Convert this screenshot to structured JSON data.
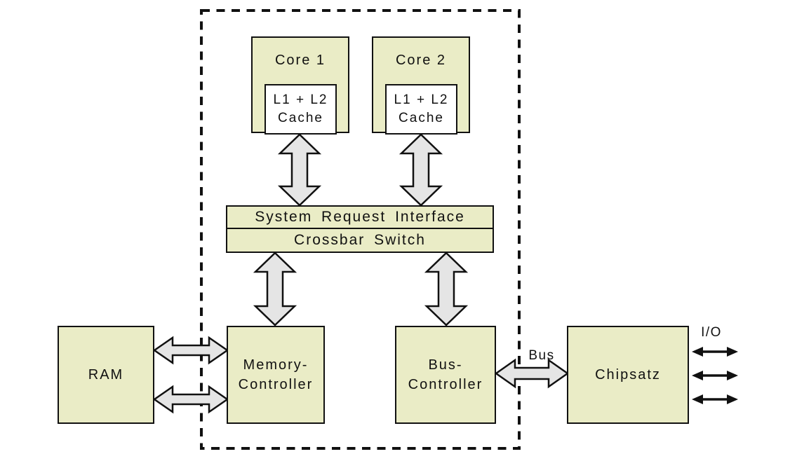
{
  "colors": {
    "box-fill": "#eaecc6",
    "cache-fill": "#ffffff",
    "arrow-fill": "#e5e5e5",
    "line-color": "#111111",
    "background": "#ffffff"
  },
  "nodes": {
    "core1": "Core 1",
    "core2": "Core 2",
    "cache1_line1": "L1 + L2",
    "cache1_line2": "Cache",
    "cache2_line1": "L1 + L2",
    "cache2_line2": "Cache",
    "sri": "System Request Interface",
    "crossbar": "Crossbar Switch",
    "ram": "RAM",
    "memctl_line1": "Memory-",
    "memctl_line2": "Controller",
    "busctl_line1": "Bus-",
    "busctl_line2": "Controller",
    "chipset": "Chipsatz"
  },
  "labels": {
    "bus": "Bus",
    "io": "I/O"
  },
  "connections": [
    {
      "from": "cache1",
      "to": "system-request-interface",
      "style": "fat-double-arrow",
      "orientation": "vertical"
    },
    {
      "from": "cache2",
      "to": "system-request-interface",
      "style": "fat-double-arrow",
      "orientation": "vertical"
    },
    {
      "from": "crossbar-switch",
      "to": "memory-controller",
      "style": "fat-double-arrow",
      "orientation": "vertical"
    },
    {
      "from": "crossbar-switch",
      "to": "bus-controller",
      "style": "fat-double-arrow",
      "orientation": "vertical"
    },
    {
      "from": "ram",
      "to": "memory-controller",
      "style": "fat-double-arrow",
      "orientation": "horizontal",
      "count": 2
    },
    {
      "from": "bus-controller",
      "to": "chipset",
      "style": "fat-double-arrow",
      "orientation": "horizontal",
      "label": "Bus"
    },
    {
      "from": "chipset",
      "to": "external",
      "style": "thin-double-arrow",
      "orientation": "horizontal",
      "count": 3,
      "label": "I/O"
    }
  ]
}
